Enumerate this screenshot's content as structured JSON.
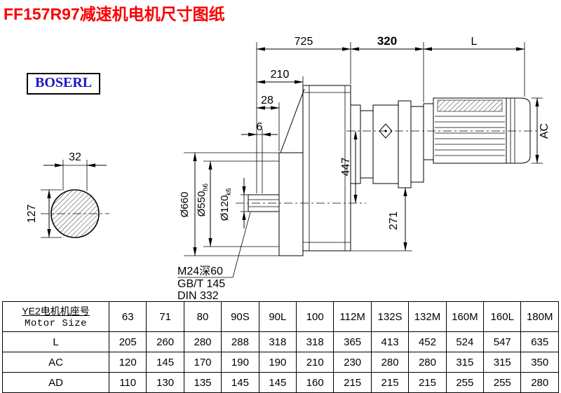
{
  "page": {
    "title": "FF157R97减速机电机尺寸图纸",
    "brand": "BOSERL",
    "colors": {
      "title": "#fa0000",
      "brand": "#1a17c0"
    }
  },
  "drawing": {
    "dims": {
      "d725": "725",
      "d320": "320",
      "dL": "L",
      "d210": "210",
      "d28": "28",
      "d6": "6",
      "d32": "32",
      "d127": "127",
      "d660": "Ø660",
      "d550": "Ø550",
      "d550_tol": "h6",
      "d120": "Ø120",
      "d120_tol": "k6",
      "d447": "447",
      "d271": "271",
      "dAC": "AC",
      "thread": "M24深60",
      "std_gb": "GB/T 145",
      "std_din": "DIN 332"
    }
  },
  "table": {
    "header": {
      "line1": "YE2电机机座号",
      "line2": "Motor Size"
    },
    "columns": [
      "63",
      "71",
      "80",
      "90S",
      "90L",
      "100",
      "112M",
      "132S",
      "132M",
      "160M",
      "160L",
      "180M"
    ],
    "rows": [
      {
        "label": "L",
        "values": [
          "205",
          "260",
          "280",
          "288",
          "318",
          "318",
          "365",
          "413",
          "452",
          "524",
          "547",
          "635"
        ]
      },
      {
        "label": "AC",
        "values": [
          "120",
          "145",
          "170",
          "190",
          "190",
          "210",
          "230",
          "280",
          "280",
          "315",
          "315",
          "350"
        ]
      },
      {
        "label": "AD",
        "values": [
          "110",
          "130",
          "135",
          "145",
          "145",
          "160",
          "215",
          "215",
          "215",
          "255",
          "255",
          "280"
        ]
      }
    ]
  }
}
